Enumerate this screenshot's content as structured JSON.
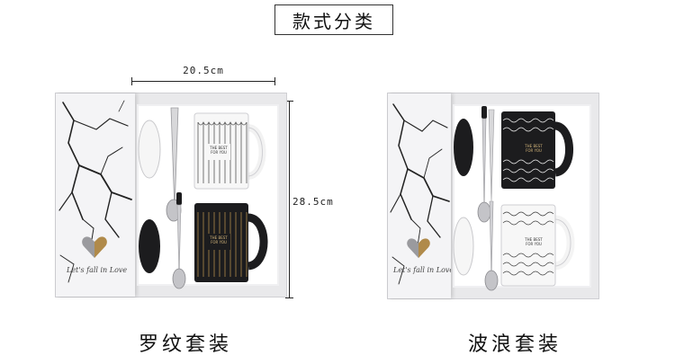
{
  "header": {
    "title": "款式分类"
  },
  "dimensions": {
    "width_label": "20.5cm",
    "height_label": "28.5cm"
  },
  "sets": [
    {
      "caption": "罗纹套装",
      "lid_text": "Let's fall in Love",
      "mug_top_text": "THE BEST FOR YOU",
      "mug_bottom_text": "THE BEST FOR YOU"
    },
    {
      "caption": "波浪套装",
      "lid_text": "Let's fall in Love",
      "mug_top_text": "THE BEST FOR YOU",
      "mug_bottom_text": "THE BEST FOR YOU"
    }
  ],
  "colors": {
    "black": "#1c1c1e",
    "white": "#f7f7f7",
    "gold": "#b08a4a",
    "box": "#e9e9eb"
  }
}
